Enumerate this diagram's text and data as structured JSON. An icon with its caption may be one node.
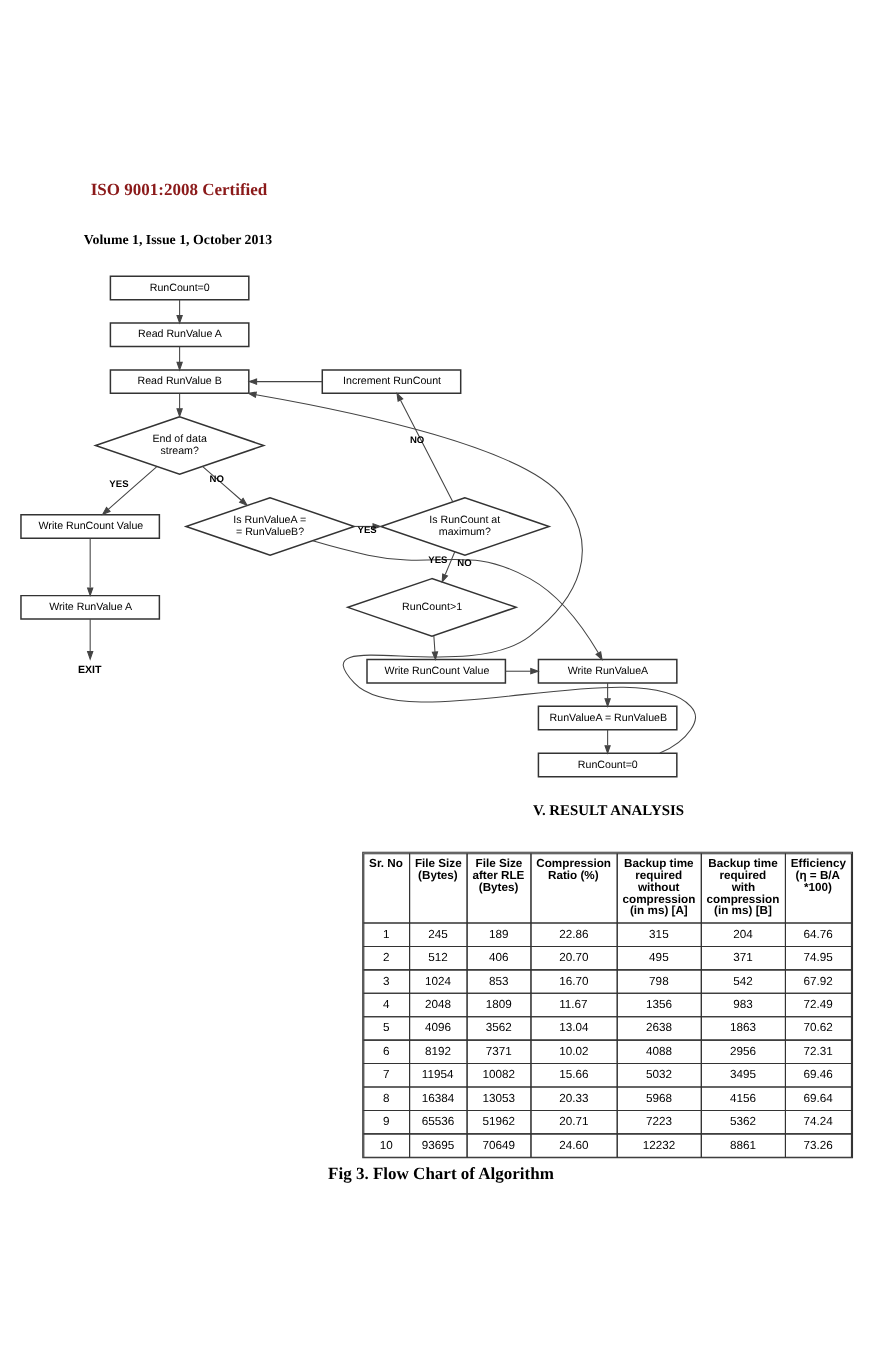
{
  "diagram": {
    "caption": "Fig 3. Flow Chart of Algorithm",
    "nodes": [
      {
        "text": [
          "RunCount=0"
        ]
      },
      {
        "text": [
          "Read RunValue A"
        ]
      },
      {
        "text": [
          "Read RunValue B"
        ]
      },
      {
        "text": [
          "End of data stream?"
        ]
      },
      {
        "text": [
          "Write RunCount Value"
        ]
      },
      {
        "text": [
          "Write RunValue A"
        ]
      },
      {
        "text": [
          "EXIT"
        ]
      },
      {
        "text": [
          "Is RunValueA = = RunValueB?"
        ]
      },
      {
        "text": [
          "Increment RunCount"
        ]
      },
      {
        "text": [
          "Is RunCount at maximum?"
        ]
      },
      {
        "text": [
          "RunCount>1"
        ]
      },
      {
        "text": [
          "Write RunCount Value"
        ]
      },
      {
        "text": [
          "Write RunValueA"
        ]
      },
      {
        "text": [
          "RunValueA = RunValueB"
        ]
      },
      {
        "text": [
          "RunCount=0"
        ]
      }
    ],
    "edges": [
      {
        "from": 0,
        "to": 1,
        "arrow": "to"
      },
      {
        "from": 1,
        "to": 2,
        "arrow": "to"
      },
      {
        "from": 2,
        "to": 3,
        "arrow": "to"
      },
      {
        "from": 3,
        "to": 4,
        "arrow": "to",
        "label": "YES"
      },
      {
        "from": 4,
        "to": 5,
        "arrow": "to"
      },
      {
        "from": 5,
        "to": 6,
        "arrow": "to"
      },
      {
        "from": 3,
        "to": 7,
        "arrow": "to",
        "label": "NO"
      },
      {
        "from": 7,
        "to": 9,
        "arrow": "to",
        "label": "YES"
      },
      {
        "from": 9,
        "to": 8,
        "arrow": "to",
        "label": "NO"
      },
      {
        "from": 8,
        "to": 2,
        "arrow": "to"
      },
      {
        "from": 9,
        "to": 10,
        "arrow": "to",
        "label": "YES"
      },
      {
        "from": 10,
        "to": 11,
        "arrow": "to"
      },
      {
        "from": 11,
        "to": 12,
        "arrow": "to"
      },
      {
        "from": 7,
        "to": 12,
        "arrow": "to",
        "label": "NO"
      },
      {
        "from": 12,
        "to": 13,
        "arrow": "to"
      },
      {
        "from": 13,
        "to": 14,
        "arrow": "to"
      },
      {
        "from": 14,
        "to": 2,
        "arrow": "to"
      }
    ],
    "labels": [
      "ISO 9001:2008 Certified",
      "Volume 1, Issue 1, October 2013",
      "V. RESULT ANALYSIS",
      "Sr. No",
      "File Size (Bytes)",
      "File Size after RLE (Bytes)",
      "Compression Ratio (%)",
      "Backup time required without compression (in ms) [A]",
      "Backup time required with compression (in ms) [B]",
      "Efficiency (η = B/A *100)",
      "1",
      "245",
      "189",
      "22.86",
      "315",
      "204",
      "64.76",
      "2",
      "512",
      "406",
      "20.70",
      "495",
      "371",
      "74.95",
      "3",
      "1024",
      "853",
      "16.70",
      "798",
      "542",
      "67.92",
      "4",
      "2048",
      "1809",
      "11.67",
      "1356",
      "983",
      "72.49",
      "5",
      "4096",
      "3562",
      "13.04",
      "2638",
      "1863",
      "70.62",
      "6",
      "8192",
      "7371",
      "10.02",
      "4088",
      "2956",
      "72.31",
      "7",
      "11954",
      "10082",
      "15.66",
      "5032",
      "3495",
      "69.46",
      "8",
      "16384",
      "13053",
      "20.33",
      "5968",
      "4156",
      "69.64",
      "9",
      "65536",
      "51962",
      "20.71",
      "7223",
      "5362",
      "74.24",
      "10",
      "93695",
      "70649",
      "24.60",
      "12232",
      "8861",
      "73.26"
    ]
  }
}
